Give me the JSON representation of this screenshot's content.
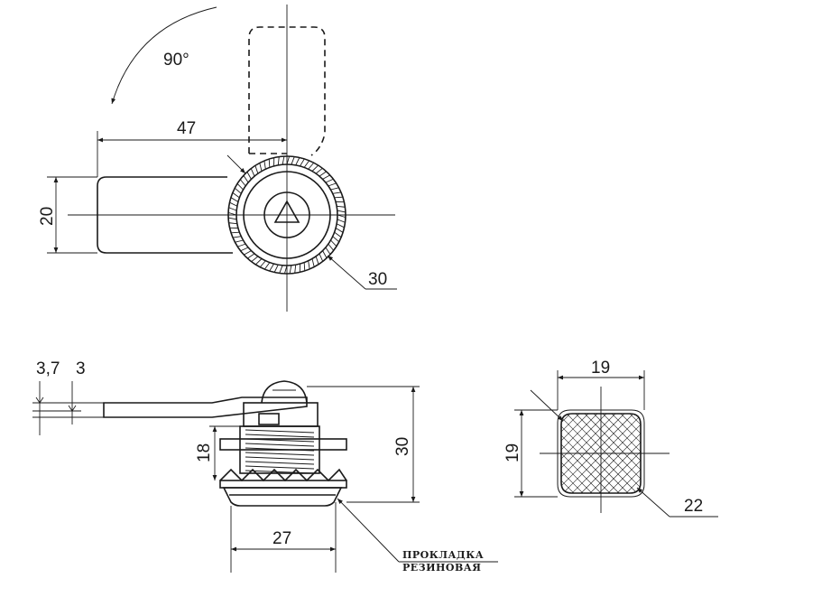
{
  "top_view": {
    "angle_label": "90°",
    "dim_width": "47",
    "dim_height": "20",
    "dim_diameter": "30"
  },
  "side_view": {
    "dim_lever_thickness_a": "3,7",
    "dim_lever_thickness_b": "3",
    "dim_thread_length": "18",
    "dim_total_height": "30",
    "dim_flange_diameter": "27",
    "gasket_label_line1": "ПРОКЛАДКА",
    "gasket_label_line2": "РЕЗИНОВАЯ"
  },
  "section_view": {
    "dim_width": "19",
    "dim_height": "19",
    "dim_diagonal": "22"
  }
}
